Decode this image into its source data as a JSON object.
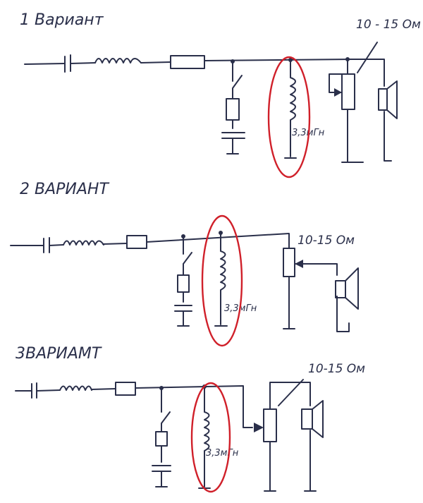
{
  "variants": [
    {
      "title": "1 Вариант",
      "resistance_label": "10 - 15 Ом",
      "inductance_label": "3,3мГн"
    },
    {
      "title": "2 ВАРИАНТ",
      "resistance_label": "10-15 Ом",
      "inductance_label": "3,3мГн"
    },
    {
      "title": "3ВАРИАМТ",
      "resistance_label": "10-15 Ом",
      "inductance_label": "3,3мГн"
    }
  ],
  "colors": {
    "ink": "#2a2f4a",
    "highlight": "#d0202a"
  }
}
